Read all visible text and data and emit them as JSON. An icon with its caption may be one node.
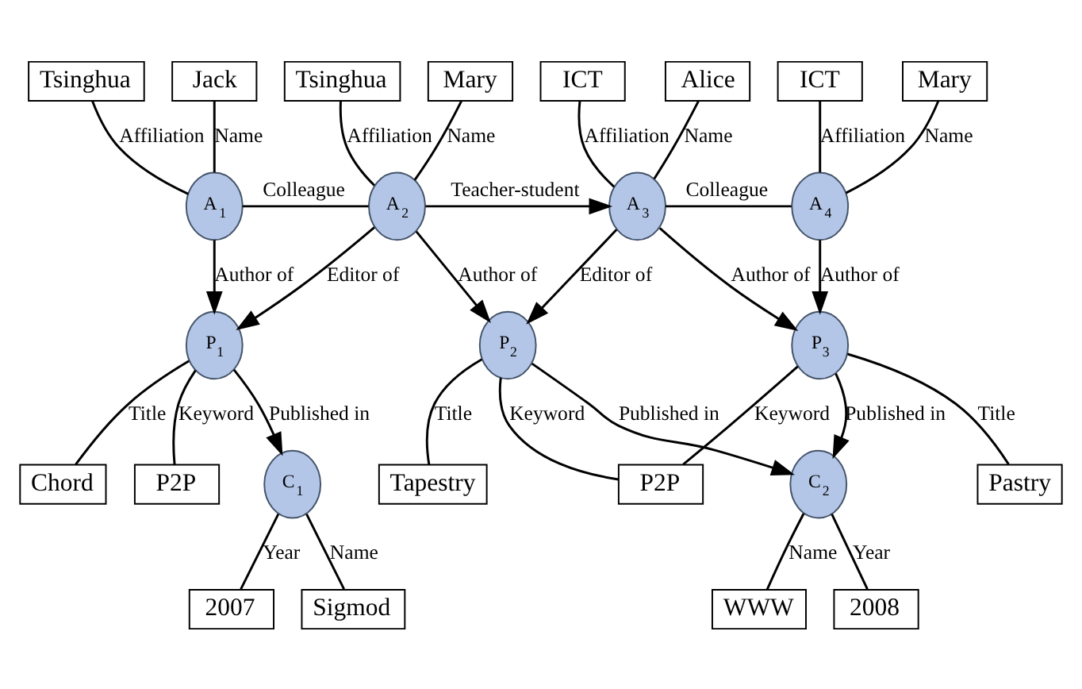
{
  "diagram": {
    "nodes": [
      {
        "text": [
          "Tsinghua"
        ]
      },
      {
        "text": [
          "Jack"
        ]
      },
      {
        "text": [
          "Tsinghua"
        ]
      },
      {
        "text": [
          "Mary"
        ]
      },
      {
        "text": [
          "ICT"
        ]
      },
      {
        "text": [
          "Alice"
        ]
      },
      {
        "text": [
          "ICT"
        ]
      },
      {
        "text": [
          "Mary"
        ]
      },
      {
        "text": [
          "A$_{1}$"
        ]
      },
      {
        "text": [
          "A$_{2}$"
        ]
      },
      {
        "text": [
          "A$_{3}$"
        ]
      },
      {
        "text": [
          "A$_{4}$"
        ]
      },
      {
        "text": [
          "Chord"
        ]
      },
      {
        "text": [
          "P$_{1}$"
        ]
      },
      {
        "text": [
          "Tapestry"
        ]
      },
      {
        "text": [
          "P$_{2}$"
        ]
      },
      {
        "text": [
          "P2P"
        ]
      },
      {
        "text": [
          "P$_{3}$"
        ]
      },
      {
        "text": [
          "Pastry"
        ]
      },
      {
        "text": [
          "P2P"
        ]
      },
      {
        "text": [
          "C$_{1}$"
        ]
      },
      {
        "text": [
          "C$_{2}$"
        ]
      },
      {
        "text": [
          "2007"
        ]
      },
      {
        "text": [
          "Sigmod"
        ]
      },
      {
        "text": [
          "WWW"
        ]
      },
      {
        "text": [
          "2008"
        ]
      }
    ],
    "edges": [
      {
        "from": 0,
        "to": 8,
        "arrow": "none",
        "label": "Affiliation"
      },
      {
        "from": 1,
        "to": 8,
        "arrow": "none",
        "label": "Name"
      },
      {
        "from": 2,
        "to": 9,
        "arrow": "none",
        "label": "Affiliation"
      },
      {
        "from": 3,
        "to": 9,
        "arrow": "none",
        "label": "Name"
      },
      {
        "from": 4,
        "to": 10,
        "arrow": "none",
        "label": "Affiliation"
      },
      {
        "from": 5,
        "to": 10,
        "arrow": "none",
        "label": "Name"
      },
      {
        "from": 6,
        "to": 11,
        "arrow": "none",
        "label": "Affiliation"
      },
      {
        "from": 7,
        "to": 11,
        "arrow": "none",
        "label": "Name"
      },
      {
        "from": 8,
        "to": 9,
        "arrow": "none",
        "label": "Colleague"
      },
      {
        "from": 9,
        "to": 10,
        "arrow": "to",
        "label": "Teacher-student"
      },
      {
        "from": 10,
        "to": 11,
        "arrow": "none",
        "label": "Colleague"
      },
      {
        "from": 8,
        "to": 13,
        "arrow": "to",
        "label": "Author of"
      },
      {
        "from": 9,
        "to": 13,
        "arrow": "to",
        "label": "Editor of"
      },
      {
        "from": 9,
        "to": 15,
        "arrow": "to",
        "label": "Author of"
      },
      {
        "from": 10,
        "to": 15,
        "arrow": "to",
        "label": "Editor of"
      },
      {
        "from": 10,
        "to": 17,
        "arrow": "to",
        "label": "Author of"
      },
      {
        "from": 11,
        "to": 17,
        "arrow": "to",
        "label": "Author of"
      },
      {
        "from": 13,
        "to": 12,
        "arrow": "none",
        "label": "Title"
      },
      {
        "from": 13,
        "to": 19,
        "arrow": "none",
        "label": "Keyword"
      },
      {
        "from": 13,
        "to": 20,
        "arrow": "to",
        "label": "Published in"
      },
      {
        "from": 15,
        "to": 14,
        "arrow": "none",
        "label": "Title"
      },
      {
        "from": 15,
        "to": 16,
        "arrow": "none",
        "label": "Keyword"
      },
      {
        "from": 15,
        "to": 21,
        "arrow": "to",
        "label": "Published in"
      },
      {
        "from": 17,
        "to": 16,
        "arrow": "none",
        "label": "Keyword"
      },
      {
        "from": 17,
        "to": 18,
        "arrow": "none",
        "label": "Title"
      },
      {
        "from": 17,
        "to": 21,
        "arrow": "to",
        "label": "Published in"
      },
      {
        "from": 20,
        "to": 22,
        "arrow": "none",
        "label": "Year"
      },
      {
        "from": 20,
        "to": 23,
        "arrow": "none",
        "label": "Name"
      },
      {
        "from": 21,
        "to": 24,
        "arrow": "none",
        "label": "Name"
      },
      {
        "from": 21,
        "to": 25,
        "arrow": "none",
        "label": "Year"
      }
    ]
  }
}
